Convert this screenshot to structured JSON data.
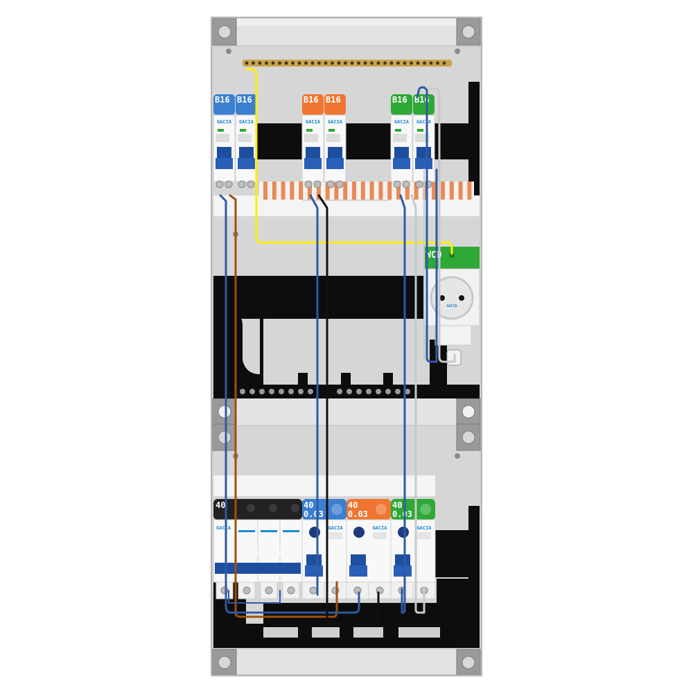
{
  "colors": {
    "blue": "#3b7fd0",
    "orange": "#f07530",
    "green": "#2ea836",
    "black": "#222222",
    "cabinet": "#d4d4d4",
    "rail": "#0d0d0d",
    "breaker_handle": "#1e4f9e",
    "wire_yellow": "#ffee00",
    "wire_brown": "#a0500a",
    "wire_blue": "#2d5aa6",
    "wire_black": "#111111",
    "wire_grey": "#c8c8c8",
    "busbar": "#e88a55",
    "text_badge": "#ffffff",
    "gacia_blue": "#1a8ad4"
  },
  "brand": "GACIA",
  "top_row": {
    "breakers": [
      {
        "label": "B16",
        "color": "blue"
      },
      {
        "label": "B16",
        "color": "blue"
      },
      {
        "label": "B16",
        "color": "orange"
      },
      {
        "label": "B16",
        "color": "orange"
      },
      {
        "label": "B16",
        "color": "green"
      },
      {
        "label": "B16",
        "color": "green"
      }
    ],
    "socket": {
      "label": "WCD",
      "color": "green"
    }
  },
  "bottom_row": {
    "main_switch": {
      "label": "40",
      "color": "black"
    },
    "rcds": [
      {
        "line1": "40",
        "line2": "0.03",
        "color": "blue"
      },
      {
        "line1": "40",
        "line2": "0.03",
        "color": "orange"
      },
      {
        "line1": "40",
        "line2": "0.03",
        "color": "green"
      }
    ]
  }
}
